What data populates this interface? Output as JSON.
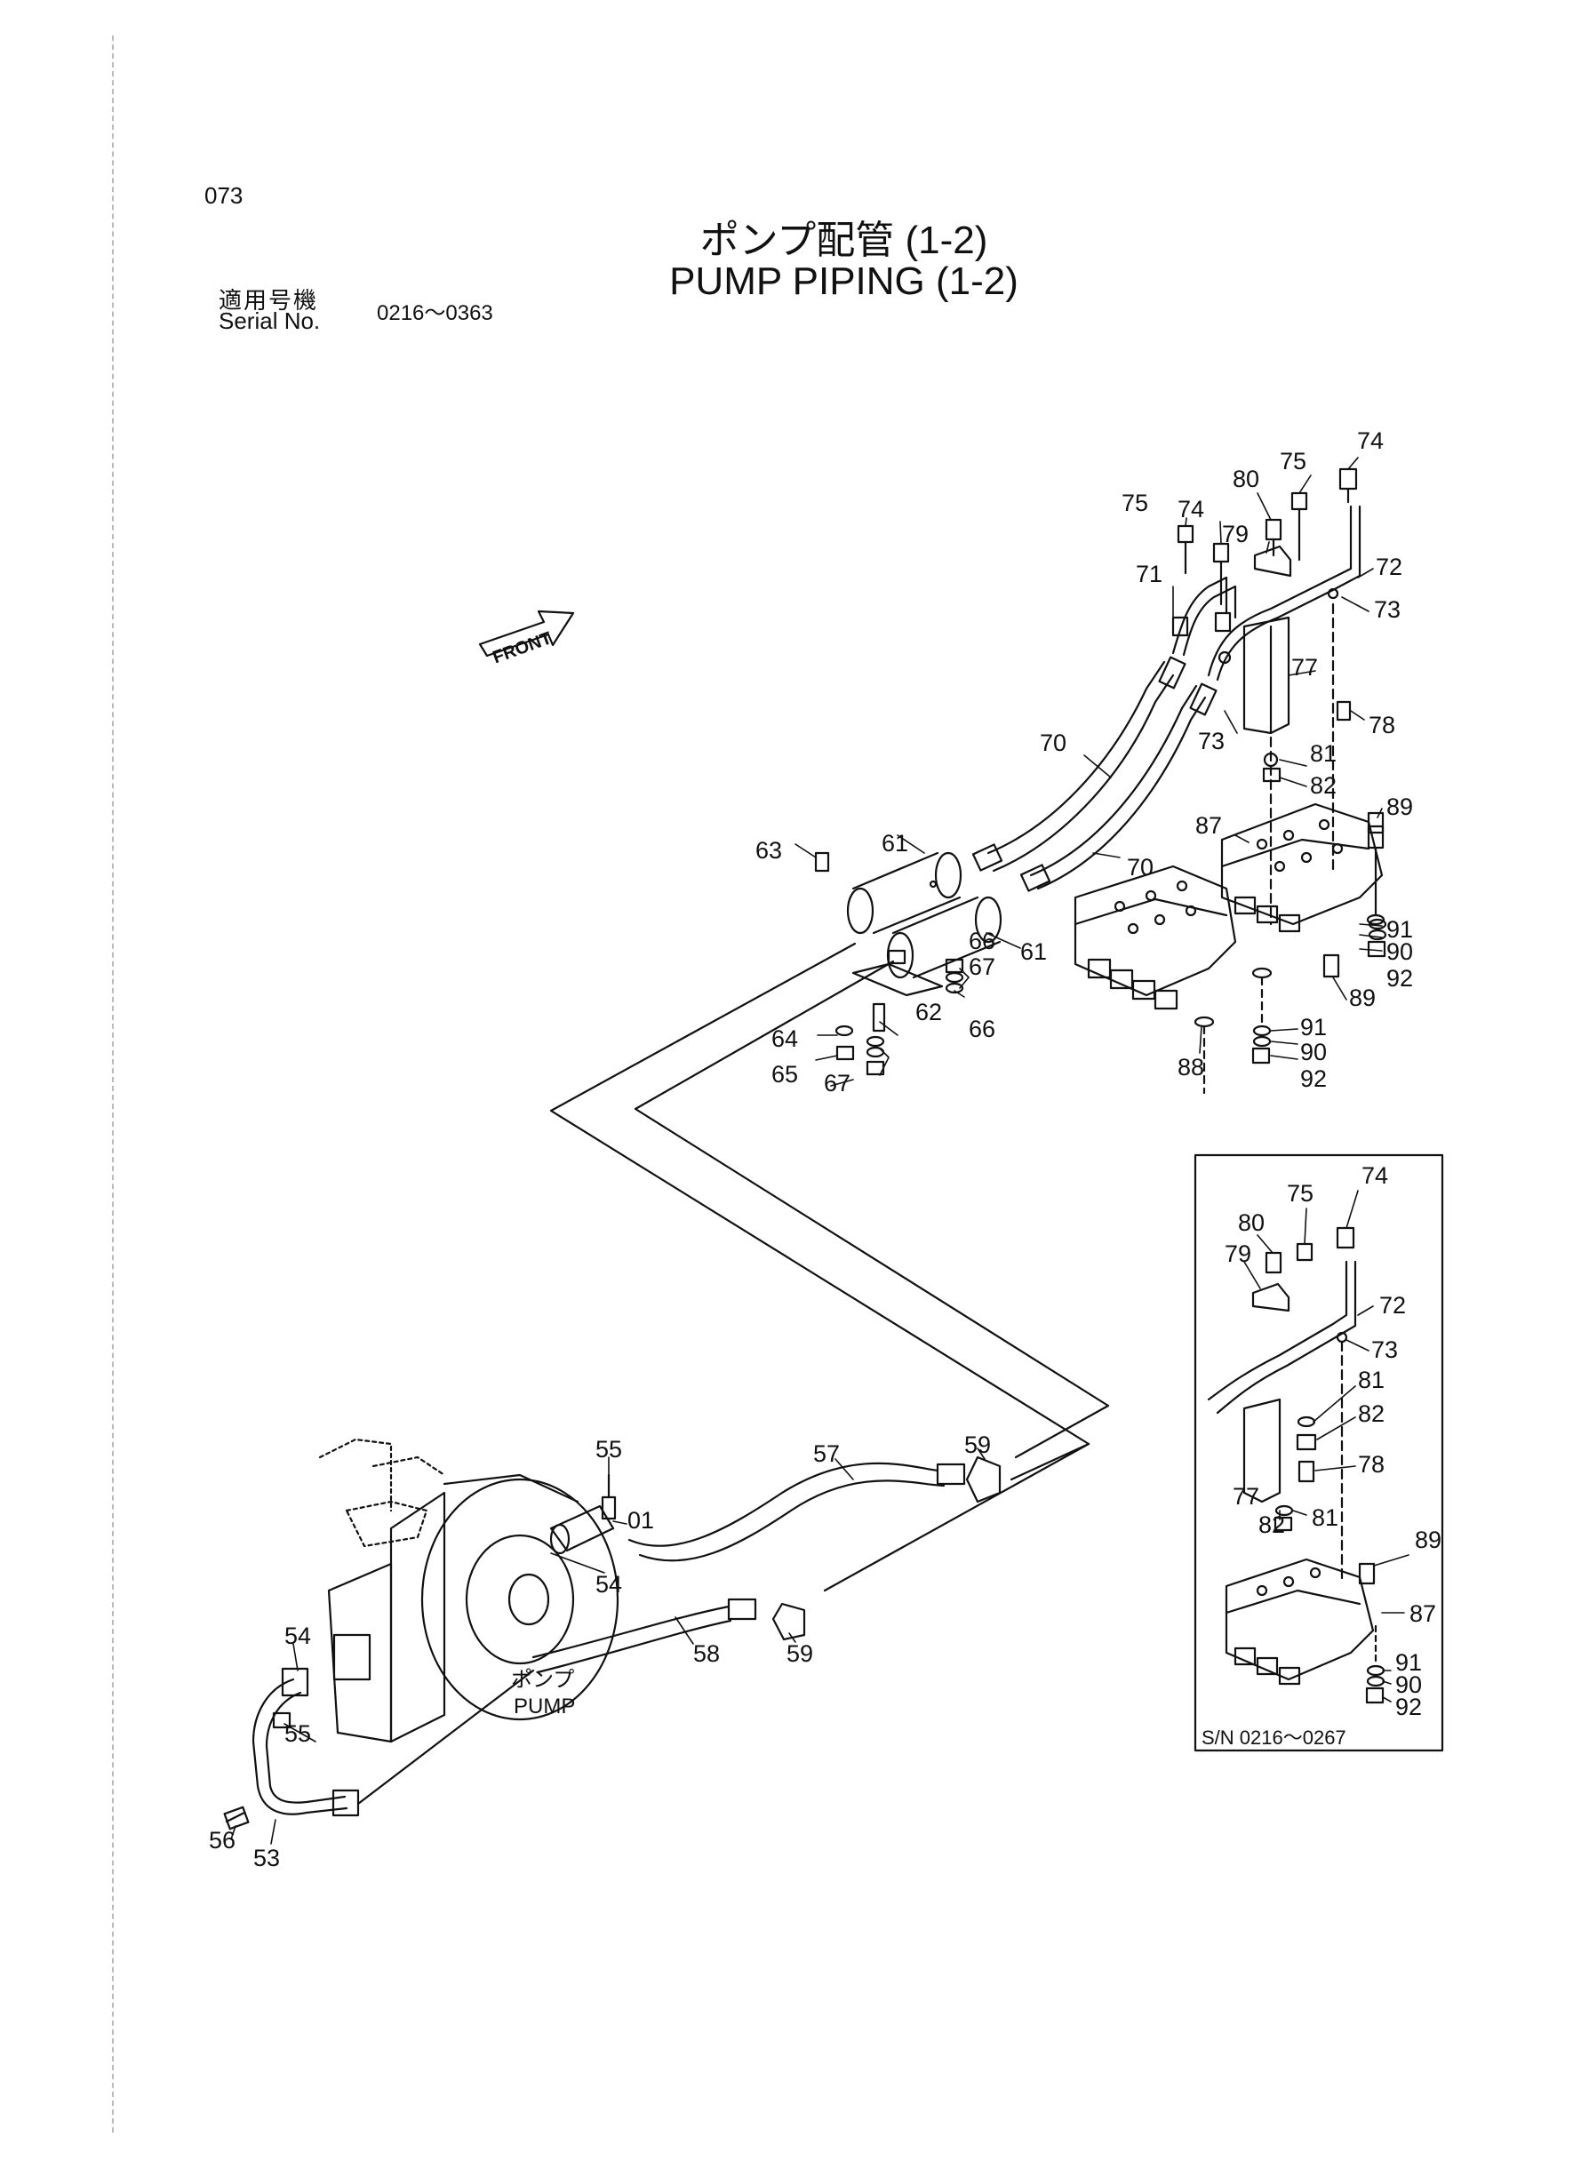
{
  "header": {
    "page_number": "073",
    "title_jp": "ポンプ配管 (1-2)",
    "title_en": "PUMP PIPING (1-2)",
    "serial_label_jp": "適用号機",
    "serial_label_en": "Serial No.",
    "serial_range": "0216〜0363"
  },
  "front_marker": "FRONT",
  "pump_label_jp": "ポンプ",
  "pump_label_en": "PUMP",
  "inset": {
    "serial_note": "S/N  0216〜0267"
  },
  "callouts": {
    "main": [
      "74",
      "75",
      "80",
      "75",
      "74",
      "79",
      "72",
      "71",
      "73",
      "77",
      "78",
      "73",
      "70",
      "81",
      "82",
      "89",
      "87",
      "70",
      "61",
      "63",
      "61",
      "91",
      "90",
      "66",
      "67",
      "92",
      "89",
      "62",
      "64",
      "66",
      "91",
      "65",
      "67",
      "90",
      "88",
      "92",
      "55",
      "57",
      "59",
      "01",
      "54",
      "54",
      "58",
      "59",
      "55",
      "56",
      "53"
    ],
    "inset": [
      "74",
      "75",
      "80",
      "79",
      "72",
      "73",
      "81",
      "82",
      "78",
      "77",
      "81",
      "82",
      "89",
      "87",
      "91",
      "90",
      "92"
    ]
  }
}
